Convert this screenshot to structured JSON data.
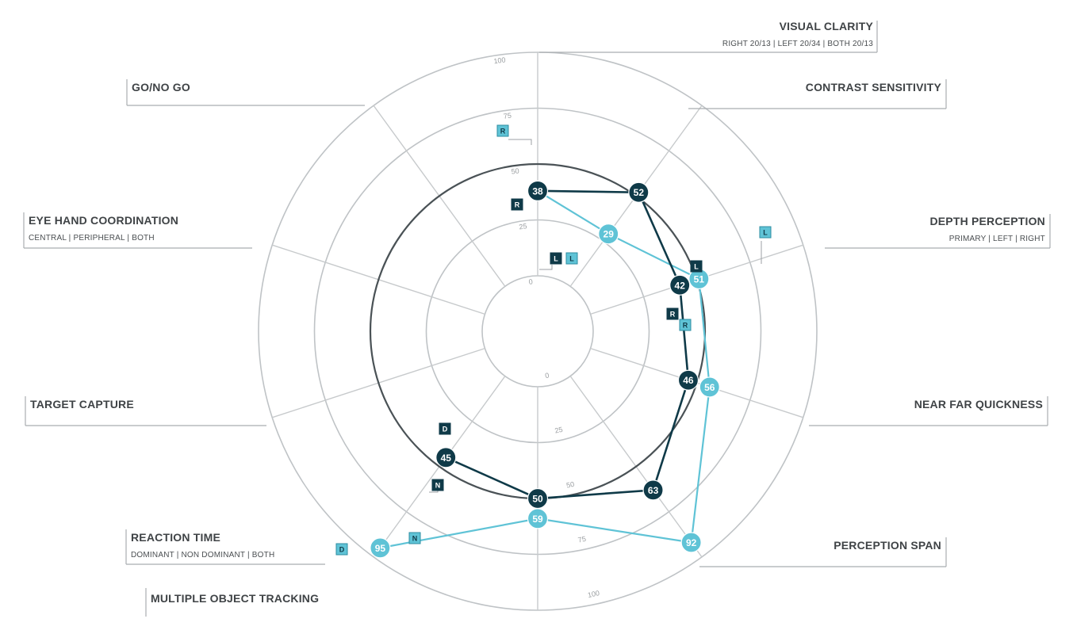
{
  "colors": {
    "dark": "#0f3a48",
    "light": "#5fc3d6",
    "ring": "#bfc3c6",
    "text": "#3f4346"
  },
  "chart_data": {
    "type": "radar",
    "axis_range": [
      0,
      100
    ],
    "ticks": [
      "0",
      "25",
      "50",
      "75",
      "100"
    ],
    "categories": [
      {
        "name": "VISUAL CLARITY",
        "sub": "RIGHT 20/13 | LEFT 20/34 | BOTH 20/13"
      },
      {
        "name": "CONTRAST SENSITIVITY",
        "sub": ""
      },
      {
        "name": "DEPTH PERCEPTION",
        "sub": "PRIMARY | LEFT | RIGHT"
      },
      {
        "name": "NEAR FAR QUICKNESS",
        "sub": ""
      },
      {
        "name": "PERCEPTION SPAN",
        "sub": ""
      },
      {
        "name": "MULTIPLE OBJECT TRACKING",
        "sub": ""
      },
      {
        "name": "REACTION TIME",
        "sub": "DOMINANT | NON DOMINANT | BOTH"
      },
      {
        "name": "TARGET CAPTURE",
        "sub": ""
      },
      {
        "name": "EYE HAND COORDINATION",
        "sub": "CENTRAL | PERIPHERAL | BOTH"
      },
      {
        "name": "GO/NO GO",
        "sub": ""
      }
    ],
    "series": [
      {
        "color": "dark",
        "points": [
          {
            "axis": 0,
            "value": 38,
            "label": "38"
          },
          {
            "axis": 1,
            "value": 52,
            "label": "52"
          },
          {
            "axis": 2,
            "value": 42,
            "label": "42"
          },
          {
            "axis": 3,
            "value": 46,
            "label": "46"
          },
          {
            "axis": 4,
            "value": 63,
            "label": "63"
          },
          {
            "axis": 5,
            "value": 50,
            "label": "50"
          },
          {
            "axis": 6,
            "value": 45,
            "label": "45"
          }
        ]
      },
      {
        "color": "light",
        "points": [
          {
            "axis": 0,
            "value": 38,
            "label": "38"
          },
          {
            "axis": 1,
            "value": 29,
            "label": "29"
          },
          {
            "axis": 2,
            "value": 51,
            "label": "51"
          },
          {
            "axis": 3,
            "value": 56,
            "label": "56"
          },
          {
            "axis": 4,
            "value": 92,
            "label": "92"
          },
          {
            "axis": 5,
            "value": 59,
            "label": "59"
          },
          {
            "axis": 6,
            "value": 95,
            "label": "95"
          }
        ]
      }
    ],
    "reference_ring": 50,
    "tags": [
      {
        "text": "R",
        "style": "light"
      },
      {
        "text": "R",
        "style": "dark"
      },
      {
        "text": "L",
        "style": "dark"
      },
      {
        "text": "L",
        "style": "light"
      },
      {
        "text": "L",
        "style": "light"
      },
      {
        "text": "L",
        "style": "dark"
      },
      {
        "text": "R",
        "style": "dark"
      },
      {
        "text": "R",
        "style": "light"
      },
      {
        "text": "D",
        "style": "dark"
      },
      {
        "text": "N",
        "style": "dark"
      },
      {
        "text": "N",
        "style": "light"
      },
      {
        "text": "D",
        "style": "light"
      }
    ]
  }
}
